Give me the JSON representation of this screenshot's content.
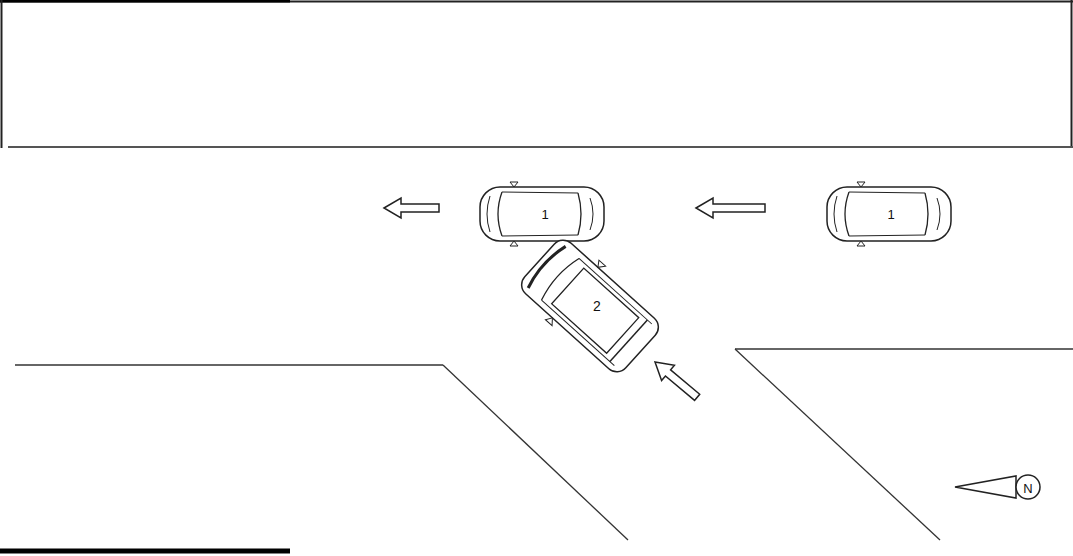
{
  "diagram": {
    "labels": [
      "1",
      "1",
      "2",
      "N"
    ]
  }
}
